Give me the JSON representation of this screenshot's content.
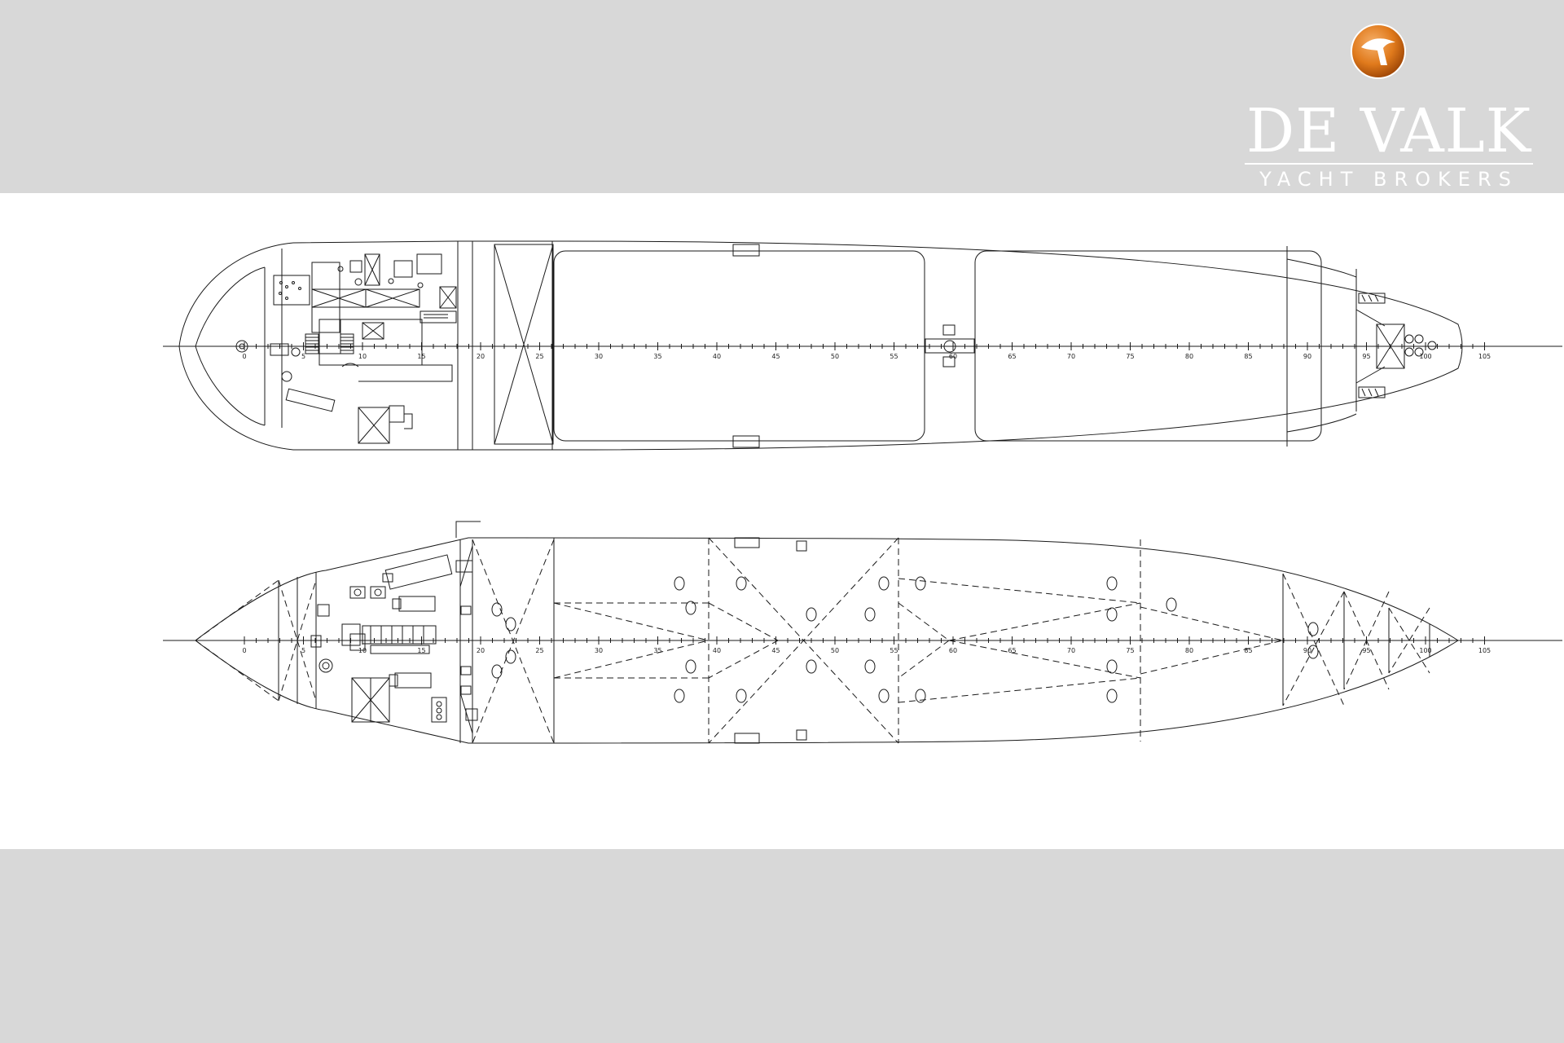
{
  "brand": {
    "name": "DE VALK",
    "tagline": "YACHT BROKERS",
    "colors": {
      "band": "#d8d8d8",
      "sheet": "#ffffff",
      "logo_orange": "#e07a1c",
      "logo_text": "#ffffff"
    }
  },
  "drawing": {
    "views": [
      "deck-plan",
      "lower-deck-plan"
    ],
    "frame_labels": [
      "0",
      "5",
      "10",
      "15",
      "20",
      "25",
      "30",
      "35",
      "40",
      "45",
      "50",
      "55",
      "60",
      "65",
      "70",
      "75",
      "80",
      "85",
      "90",
      "95",
      "100",
      "105"
    ],
    "line_color": "#1a1a1a"
  }
}
